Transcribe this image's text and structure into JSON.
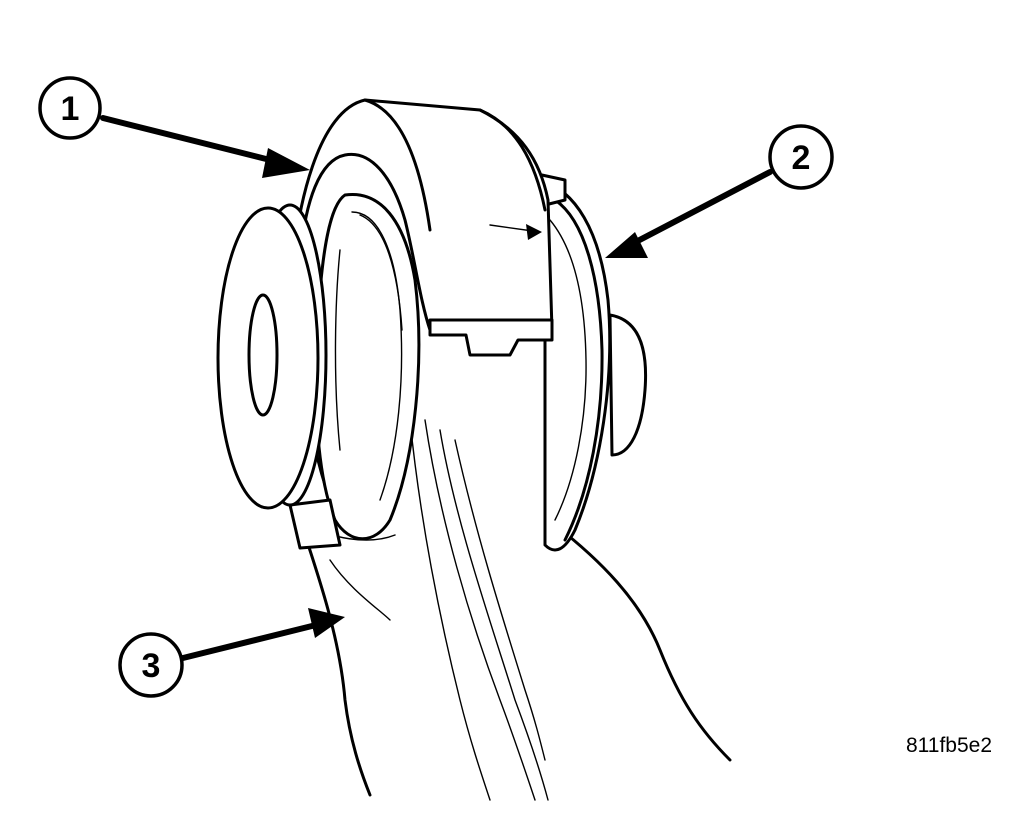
{
  "callouts": [
    {
      "label": "1"
    },
    {
      "label": "2"
    },
    {
      "label": "3"
    }
  ],
  "figure_id": "811fb5e2"
}
